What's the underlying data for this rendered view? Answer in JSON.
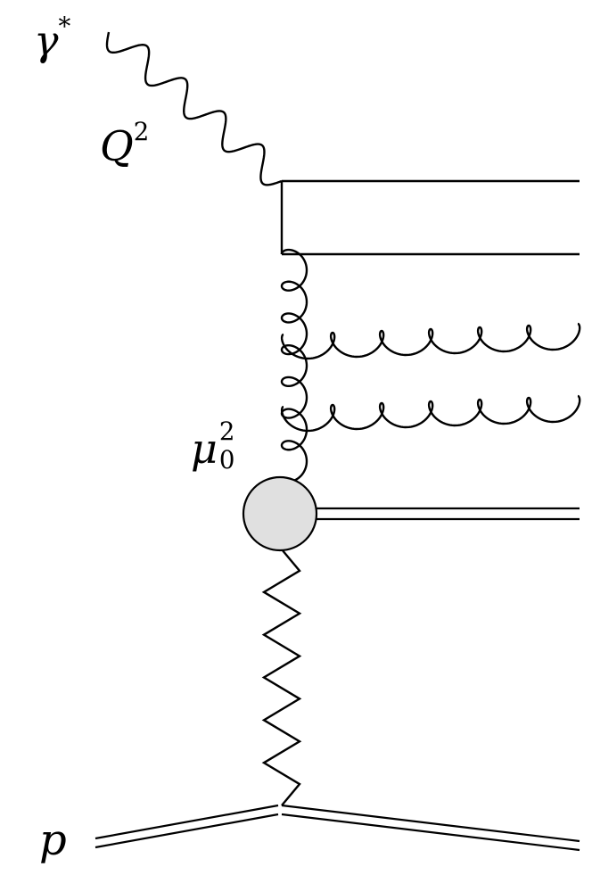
{
  "labels": {
    "photon": {
      "base": "γ",
      "sup": "*"
    },
    "virtuality": {
      "base": "Q",
      "sup": "2"
    },
    "scale": {
      "base": "μ",
      "sup": "2",
      "sub": "0"
    },
    "proton": {
      "base": "p"
    }
  },
  "colors": {
    "line": "#000000",
    "blob_fill": "#e0e0e0",
    "background": "#ffffff"
  },
  "gluon_rungs": {
    "count": 2,
    "loops_per_rung": 6
  }
}
